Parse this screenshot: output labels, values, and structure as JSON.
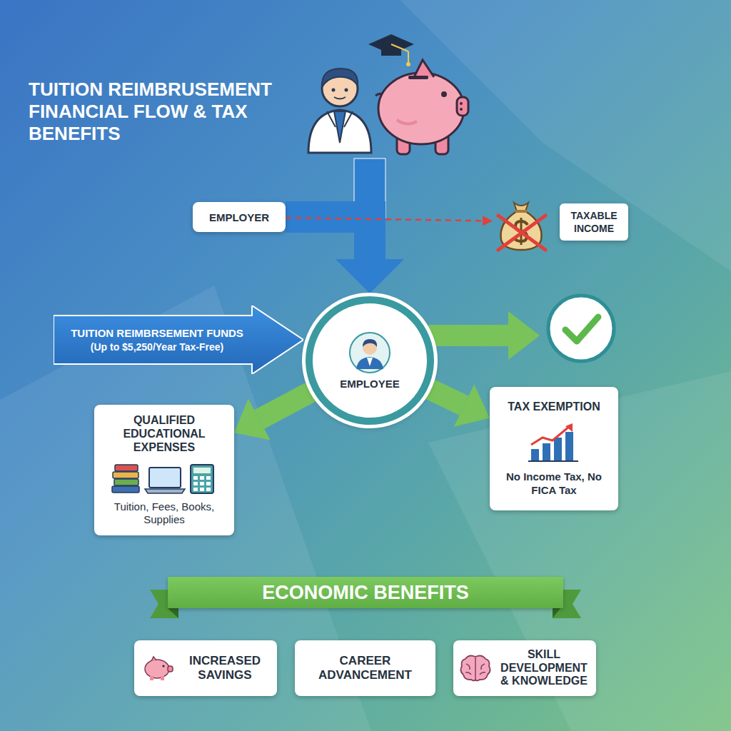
{
  "diagram": {
    "title": "TUITION REIMBRUSEMENT FINANCIAL FLOW & TAX BENEFITS",
    "nodes": [
      {
        "text": [
          "EMPLOYER"
        ]
      },
      {
        "text": [
          "TAXABLE INCOME"
        ]
      },
      {
        "text": [
          "TUITION REIMBRSEMENT FUNDS",
          "(Up to $5,250/Year Tax-Free)"
        ]
      },
      {
        "text": [
          "EMPLOYEE"
        ]
      },
      {
        "text": [
          "QUALIFIED EDUCATIONAL EXPENSES",
          "Tuition, Fees, Books, Supplies"
        ]
      },
      {
        "text": [
          "TAX EXEMPTION",
          "No Income Tax, No FICA Tax"
        ]
      },
      {
        "text": [
          "ECONOMIC BENEFITS"
        ]
      },
      {
        "text": [
          "INCREASED SAVINGS"
        ]
      },
      {
        "text": [
          "CAREER ADVANCEMENT"
        ]
      },
      {
        "text": [
          "SKILL DEVELOPMENT & KNOWLEDGE"
        ]
      }
    ],
    "edges": [
      {
        "from": 0,
        "to": 3,
        "arrow": "to"
      },
      {
        "from": 0,
        "to": 1,
        "arrow": "to"
      },
      {
        "from": 3,
        "to": 4,
        "arrow": "to"
      },
      {
        "from": 3,
        "to": 5,
        "arrow": "to"
      }
    ]
  }
}
